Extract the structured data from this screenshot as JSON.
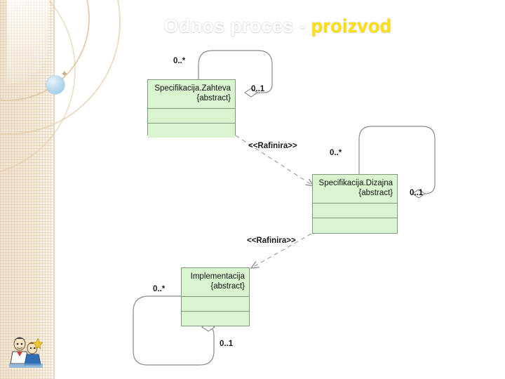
{
  "slide": {
    "title_main": "Odnos proces - ",
    "title_accent": "proizvod",
    "title_accent_color": "#ffe100",
    "background_color": "#ffffff",
    "band_color": "#f4e7d6"
  },
  "diagram": {
    "type": "uml-class-diagram",
    "class_fill_color": "#d8f5d0",
    "class_border_color": "#7f9b7f",
    "classes": [
      {
        "id": "spec-zahteva",
        "name": "Specifikacija.Zahteva",
        "stereotype": "{abstract}",
        "compartments": 2
      },
      {
        "id": "spec-dizajna",
        "name": "Specifikacija.Dizajna",
        "stereotype": "{abstract}",
        "compartments": 2
      },
      {
        "id": "implementacija",
        "name": "Implementacija",
        "stereotype": "{abstract}",
        "compartments": 2
      }
    ],
    "multiplicities": [
      {
        "id": "m1",
        "text": "0..*"
      },
      {
        "id": "m2",
        "text": "0..1"
      },
      {
        "id": "m3",
        "text": "0..*"
      },
      {
        "id": "m4",
        "text": "0..1"
      },
      {
        "id": "m5",
        "text": "0..*"
      },
      {
        "id": "m6",
        "text": "0..1"
      }
    ],
    "relations": [
      {
        "id": "r1",
        "label": "<<Rafinira>>",
        "from": "spec-zahteva",
        "to": "spec-dizajna",
        "style": "dashed-arrow"
      },
      {
        "id": "r2",
        "label": "<<Rafinira>>",
        "from": "spec-dizajna",
        "to": "implementacija",
        "style": "dashed-arrow"
      }
    ]
  }
}
